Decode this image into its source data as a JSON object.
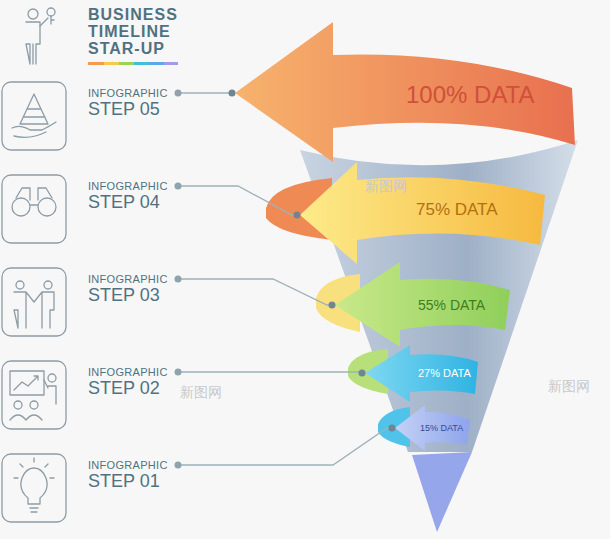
{
  "diagram": {
    "title": "BUSINESS TIMELINE STAR-UP",
    "nodes": [
      {
        "text": [
          "INFOGRAPHIC",
          "STEP 05"
        ]
      },
      {
        "text": [
          "INFOGRAPHIC",
          "STEP 04"
        ]
      },
      {
        "text": [
          "INFOGRAPHIC",
          "STEP 03"
        ]
      },
      {
        "text": [
          "INFOGRAPHIC",
          "STEP 02"
        ]
      },
      {
        "text": [
          "INFOGRAPHIC",
          "STEP 01"
        ]
      },
      {
        "text": [
          "100% DATA"
        ]
      },
      {
        "text": [
          "75% DATA"
        ]
      },
      {
        "text": [
          "55% DATA"
        ]
      },
      {
        "text": [
          "27% DATA"
        ]
      },
      {
        "text": [
          "15% DATA"
        ]
      }
    ],
    "edges": [
      {
        "from": 0,
        "to": 5,
        "arrow": "none"
      },
      {
        "from": 1,
        "to": 6,
        "arrow": "none"
      },
      {
        "from": 2,
        "to": 7,
        "arrow": "none"
      },
      {
        "from": 3,
        "to": 8,
        "arrow": "none"
      },
      {
        "from": 4,
        "to": 9,
        "arrow": "none"
      }
    ],
    "labels": [
      "新图网",
      "新图网",
      "新图网"
    ]
  }
}
